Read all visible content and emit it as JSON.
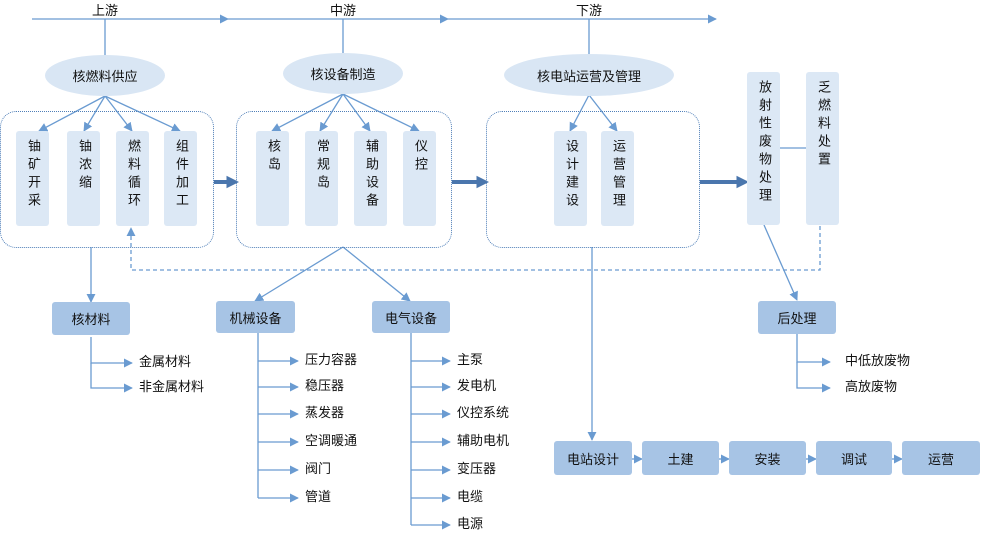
{
  "stages": {
    "upstream": "上游",
    "midstream": "中游",
    "downstream": "下游"
  },
  "upstream": {
    "title": "核燃料供应",
    "items": [
      "铀矿开采",
      "铀浓缩",
      "燃料循环",
      "组件加工"
    ],
    "materials": {
      "title": "核材料",
      "items": [
        "金属材料",
        "非金属材料"
      ]
    }
  },
  "midstream": {
    "title": "核设备制造",
    "items": [
      "核岛",
      "常规岛",
      "辅助设备",
      "仪控"
    ],
    "mechanical": {
      "title": "机械设备",
      "items": [
        "压力容器",
        "稳压器",
        "蒸发器",
        "空调暖通",
        "阀门",
        "管道"
      ]
    },
    "electrical": {
      "title": "电气设备",
      "items": [
        "主泵",
        "发电机",
        "仪控系统",
        "辅助电机",
        "变压器",
        "电缆",
        "电源"
      ]
    }
  },
  "downstream": {
    "title": "核电站运营及管理",
    "items": [
      "设计建设",
      "运营管理"
    ],
    "waste": [
      "放射性废物处理",
      "乏燃料处置"
    ],
    "post": {
      "title": "后处理",
      "items": [
        "中低放废物",
        "高放废物"
      ]
    },
    "process": [
      "电站设计",
      "土建",
      "安装",
      "调试",
      "运营"
    ]
  },
  "colors": {
    "line": "#6a9bd1",
    "dark_arrow": "#4a76ad",
    "box_light": "#dce8f5",
    "box_dark": "#a7c4e5",
    "ellipse": "#d9e6f4"
  }
}
